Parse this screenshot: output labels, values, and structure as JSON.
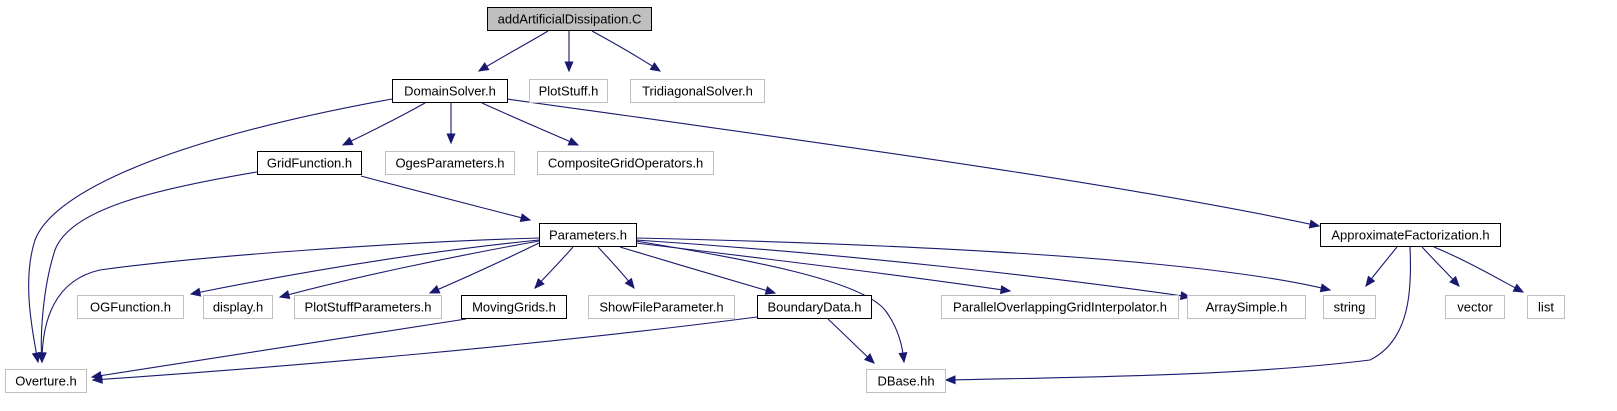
{
  "diagram": {
    "title": "",
    "colors": {
      "edge": "#191970",
      "root_fill": "#bfbfbf",
      "documented_border": "#000000",
      "undocumented_border": "#bfbfbf",
      "text": "#000000"
    },
    "nodes": [
      {
        "id": "root",
        "label": "addArtificialDissipation.C",
        "kind": "root"
      },
      {
        "id": "domainsolver",
        "label": "DomainSolver.h",
        "kind": "documented"
      },
      {
        "id": "plotstuff",
        "label": "PlotStuff.h",
        "kind": "external"
      },
      {
        "id": "tridiagonal",
        "label": "TridiagonalSolver.h",
        "kind": "external"
      },
      {
        "id": "gridfunction",
        "label": "GridFunction.h",
        "kind": "documented"
      },
      {
        "id": "ogesparams",
        "label": "OgesParameters.h",
        "kind": "external"
      },
      {
        "id": "cgo",
        "label": "CompositeGridOperators.h",
        "kind": "external"
      },
      {
        "id": "parameters",
        "label": "Parameters.h",
        "kind": "documented"
      },
      {
        "id": "approxfact",
        "label": "ApproximateFactorization.h",
        "kind": "documented"
      },
      {
        "id": "ogfunction",
        "label": "OGFunction.h",
        "kind": "external"
      },
      {
        "id": "display",
        "label": "display.h",
        "kind": "external"
      },
      {
        "id": "plotstuffparams",
        "label": "PlotStuffParameters.h",
        "kind": "external"
      },
      {
        "id": "movinggrids",
        "label": "MovingGrids.h",
        "kind": "documented"
      },
      {
        "id": "showfile",
        "label": "ShowFileParameter.h",
        "kind": "external"
      },
      {
        "id": "boundarydata",
        "label": "BoundaryData.h",
        "kind": "documented"
      },
      {
        "id": "pogi",
        "label": "ParallelOverlappingGridInterpolator.h",
        "kind": "external"
      },
      {
        "id": "arraysimple",
        "label": "ArraySimple.h",
        "kind": "external"
      },
      {
        "id": "string",
        "label": "string",
        "kind": "external"
      },
      {
        "id": "vector",
        "label": "vector",
        "kind": "external"
      },
      {
        "id": "list",
        "label": "list",
        "kind": "external"
      },
      {
        "id": "overture",
        "label": "Overture.h",
        "kind": "external"
      },
      {
        "id": "dbase",
        "label": "DBase.hh",
        "kind": "external"
      }
    ],
    "edges": [
      {
        "from": "root",
        "to": "domainsolver"
      },
      {
        "from": "root",
        "to": "plotstuff"
      },
      {
        "from": "root",
        "to": "tridiagonal"
      },
      {
        "from": "domainsolver",
        "to": "overture"
      },
      {
        "from": "domainsolver",
        "to": "gridfunction"
      },
      {
        "from": "domainsolver",
        "to": "ogesparams"
      },
      {
        "from": "domainsolver",
        "to": "cgo"
      },
      {
        "from": "domainsolver",
        "to": "approxfact"
      },
      {
        "from": "gridfunction",
        "to": "overture"
      },
      {
        "from": "gridfunction",
        "to": "parameters"
      },
      {
        "from": "parameters",
        "to": "overture"
      },
      {
        "from": "parameters",
        "to": "ogfunction"
      },
      {
        "from": "parameters",
        "to": "display"
      },
      {
        "from": "parameters",
        "to": "plotstuffparams"
      },
      {
        "from": "parameters",
        "to": "movinggrids"
      },
      {
        "from": "parameters",
        "to": "showfile"
      },
      {
        "from": "parameters",
        "to": "boundarydata"
      },
      {
        "from": "parameters",
        "to": "dbase"
      },
      {
        "from": "parameters",
        "to": "pogi"
      },
      {
        "from": "parameters",
        "to": "arraysimple"
      },
      {
        "from": "parameters",
        "to": "string"
      },
      {
        "from": "approxfact",
        "to": "string"
      },
      {
        "from": "approxfact",
        "to": "dbase"
      },
      {
        "from": "approxfact",
        "to": "vector"
      },
      {
        "from": "approxfact",
        "to": "list"
      },
      {
        "from": "movinggrids",
        "to": "overture"
      },
      {
        "from": "boundarydata",
        "to": "overture"
      },
      {
        "from": "boundarydata",
        "to": "dbase"
      }
    ]
  }
}
